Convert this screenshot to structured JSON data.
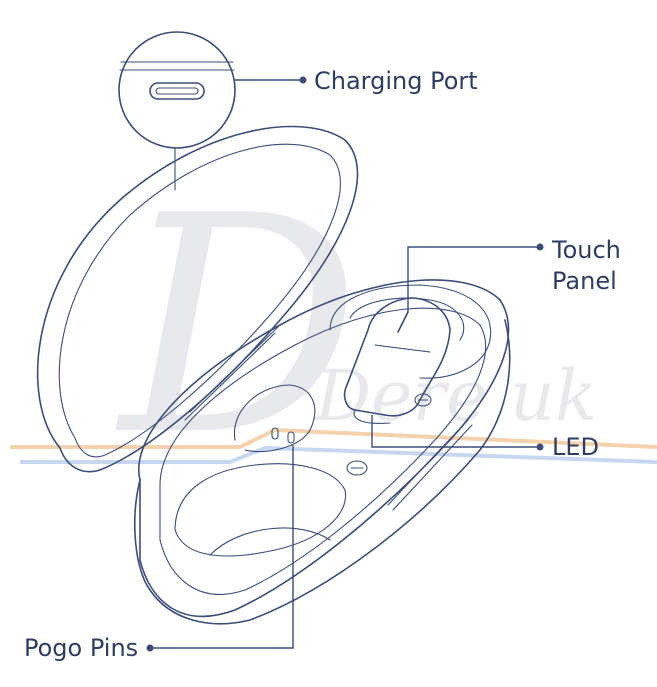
{
  "diagram": {
    "labels": {
      "charging_port": "Charging Port",
      "touch_panel_line1": "Touch",
      "touch_panel_line2": "Panel",
      "led": "LED",
      "pogo_pins": "Pogo Pins"
    },
    "watermark": {
      "initial": "D",
      "text": "Dere uk"
    },
    "colors": {
      "line": "#3a4d7a",
      "watermark_orange": "#f2c79a",
      "watermark_blue": "#b9cdeb"
    }
  }
}
